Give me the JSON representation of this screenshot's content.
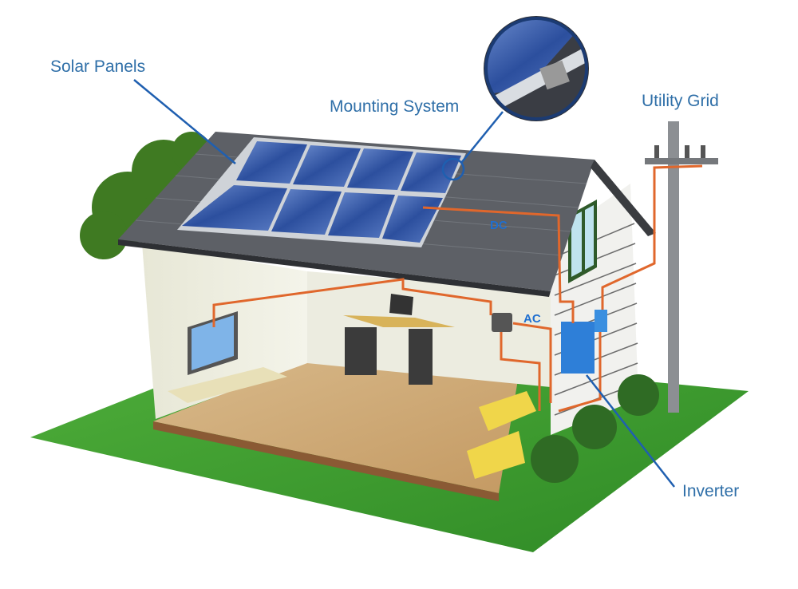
{
  "labels": {
    "solar_panels": "Solar Panels",
    "mounting_system": "Mounting System",
    "utility_grid": "Utility Grid",
    "inverter": "Inverter",
    "dc": "DC",
    "ac": "AC"
  },
  "colors": {
    "label": "#2f6fa8",
    "wire": "#e0672c",
    "grass": "#3d9b2f",
    "roof": "#5b5e63",
    "panel": "#2f56a8"
  }
}
